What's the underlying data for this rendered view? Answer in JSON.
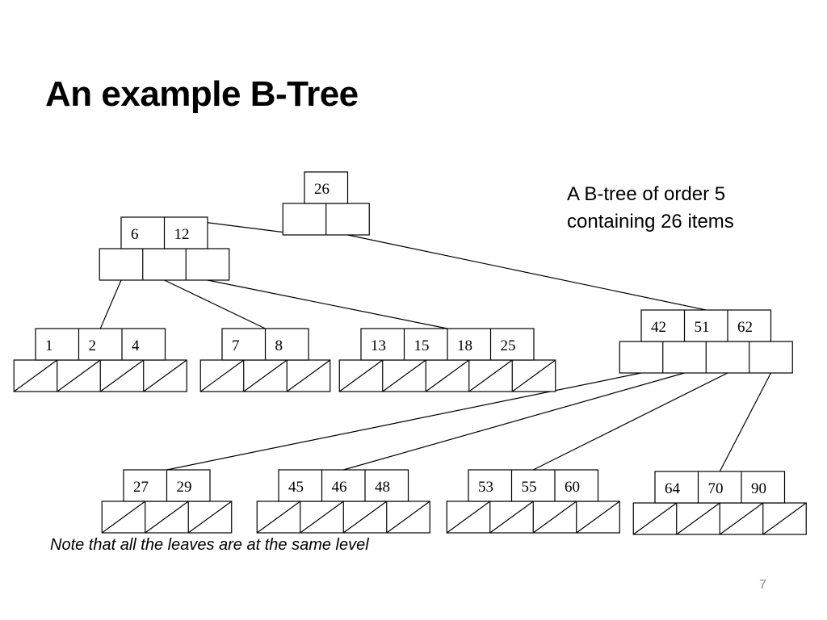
{
  "slide": {
    "title": "An example B-Tree",
    "caption_line1": "A B-tree of order 5",
    "caption_line2": "containing 26 items",
    "note": "Note that all the leaves are at the same level",
    "page_number": "7"
  },
  "colors": {
    "line": "#000000",
    "text": "#000000",
    "page_number": "#8c8c8c"
  },
  "tree": {
    "order": 5,
    "nodes": [
      {
        "id": "root",
        "keys": [
          "26"
        ],
        "leaf": false
      },
      {
        "id": "n-left",
        "keys": [
          "6",
          "12"
        ],
        "leaf": false
      },
      {
        "id": "n-right",
        "keys": [
          "42",
          "51",
          "62"
        ],
        "leaf": false
      },
      {
        "id": "leaf-a",
        "keys": [
          "1",
          "2",
          "4"
        ],
        "leaf": true
      },
      {
        "id": "leaf-b",
        "keys": [
          "7",
          "8"
        ],
        "leaf": true
      },
      {
        "id": "leaf-c",
        "keys": [
          "13",
          "15",
          "18",
          "25"
        ],
        "leaf": true
      },
      {
        "id": "leaf-d",
        "keys": [
          "27",
          "29"
        ],
        "leaf": true
      },
      {
        "id": "leaf-e",
        "keys": [
          "45",
          "46",
          "48"
        ],
        "leaf": true
      },
      {
        "id": "leaf-f",
        "keys": [
          "53",
          "55",
          "60"
        ],
        "leaf": true
      },
      {
        "id": "leaf-g",
        "keys": [
          "64",
          "70",
          "90"
        ],
        "leaf": true
      }
    ],
    "edges": [
      {
        "from": "root",
        "pointer": 0,
        "to": "n-left"
      },
      {
        "from": "root",
        "pointer": 1,
        "to": "n-right"
      },
      {
        "from": "n-left",
        "pointer": 0,
        "to": "leaf-a"
      },
      {
        "from": "n-left",
        "pointer": 1,
        "to": "leaf-b"
      },
      {
        "from": "n-left",
        "pointer": 2,
        "to": "leaf-c"
      },
      {
        "from": "n-right",
        "pointer": 0,
        "to": "leaf-d"
      },
      {
        "from": "n-right",
        "pointer": 1,
        "to": "leaf-e"
      },
      {
        "from": "n-right",
        "pointer": 2,
        "to": "leaf-f"
      },
      {
        "from": "n-right",
        "pointer": 3,
        "to": "leaf-g"
      }
    ]
  }
}
